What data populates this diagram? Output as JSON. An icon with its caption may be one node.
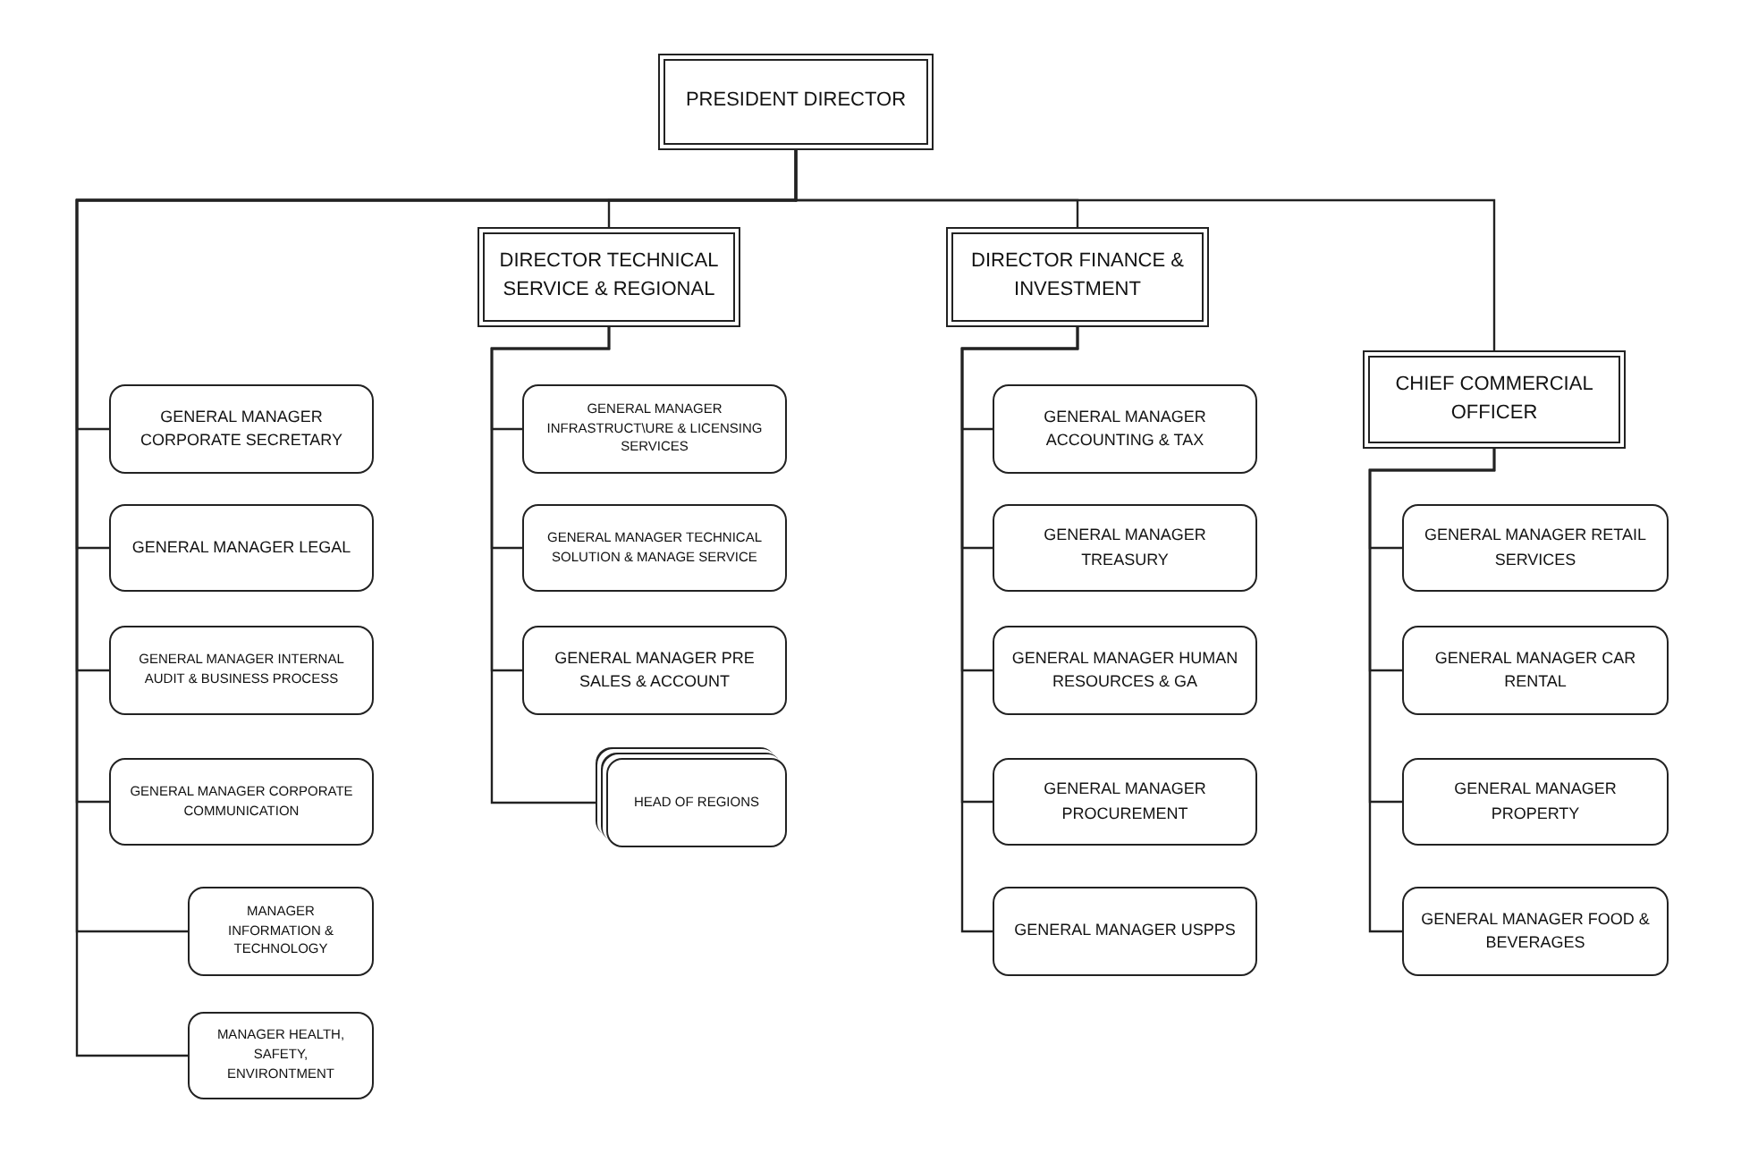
{
  "diagram": {
    "nodes": [
      {
        "text": [
          "PRESIDENT DIRECTOR"
        ]
      },
      {
        "text": [
          "DIRECTOR TECHNICAL SERVICE & REGIONAL"
        ]
      },
      {
        "text": [
          "DIRECTOR FINANCE & INVESTMENT"
        ]
      },
      {
        "text": [
          "CHIEF COMMERCIAL OFFICER"
        ]
      },
      {
        "text": [
          "GENERAL MANAGER CORPORATE SECRETARY"
        ]
      },
      {
        "text": [
          "GENERAL MANAGER LEGAL"
        ]
      },
      {
        "text": [
          "GENERAL MANAGER INTERNAL AUDIT & BUSINESS PROCESS"
        ]
      },
      {
        "text": [
          "GENERAL MANAGER CORPORATE COMMUNICATION"
        ]
      },
      {
        "text": [
          "MANAGER INFORMATION & TECHNOLOGY"
        ]
      },
      {
        "text": [
          "MANAGER HEALTH, SAFETY, ENVIRONTMENT"
        ]
      },
      {
        "text": [
          "GENERAL MANAGER INFRASTRUCT\\URE & LICENSING SERVICES"
        ]
      },
      {
        "text": [
          "GENERAL MANAGER TECHNICAL SOLUTION & MANAGE SERVICE"
        ]
      },
      {
        "text": [
          "GENERAL MANAGER PRE SALES & ACCOUNT"
        ]
      },
      {
        "text": [
          "HEAD OF REGIONS"
        ]
      },
      {
        "text": [
          "GENERAL MANAGER ACCOUNTING & TAX"
        ]
      },
      {
        "text": [
          "GENERAL MANAGER TREASURY"
        ]
      },
      {
        "text": [
          "GENERAL MANAGER HUMAN RESOURCES & GA"
        ]
      },
      {
        "text": [
          "GENERAL MANAGER PROCUREMENT"
        ]
      },
      {
        "text": [
          "GENERAL MANAGER USPPS"
        ]
      },
      {
        "text": [
          "GENERAL MANAGER RETAIL SERVICES"
        ]
      },
      {
        "text": [
          "GENERAL MANAGER CAR RENTAL"
        ]
      },
      {
        "text": [
          "GENERAL MANAGER PROPERTY"
        ]
      },
      {
        "text": [
          "GENERAL MANAGER FOOD & BEVERAGES"
        ]
      }
    ],
    "edges": [
      {
        "from": 0,
        "to": 1,
        "arrow": "none"
      },
      {
        "from": 0,
        "to": 2,
        "arrow": "none"
      },
      {
        "from": 0,
        "to": 3,
        "arrow": "none"
      },
      {
        "from": 0,
        "to": 4,
        "arrow": "none"
      },
      {
        "from": 0,
        "to": 5,
        "arrow": "none"
      },
      {
        "from": 0,
        "to": 6,
        "arrow": "none"
      },
      {
        "from": 0,
        "to": 7,
        "arrow": "none"
      },
      {
        "from": 0,
        "to": 8,
        "arrow": "none"
      },
      {
        "from": 0,
        "to": 9,
        "arrow": "none"
      },
      {
        "from": 1,
        "to": 10,
        "arrow": "none"
      },
      {
        "from": 1,
        "to": 11,
        "arrow": "none"
      },
      {
        "from": 1,
        "to": 12,
        "arrow": "none"
      },
      {
        "from": 1,
        "to": 13,
        "arrow": "none"
      },
      {
        "from": 2,
        "to": 14,
        "arrow": "none"
      },
      {
        "from": 2,
        "to": 15,
        "arrow": "none"
      },
      {
        "from": 2,
        "to": 16,
        "arrow": "none"
      },
      {
        "from": 2,
        "to": 17,
        "arrow": "none"
      },
      {
        "from": 2,
        "to": 18,
        "arrow": "none"
      },
      {
        "from": 3,
        "to": 19,
        "arrow": "none"
      },
      {
        "from": 3,
        "to": 20,
        "arrow": "none"
      },
      {
        "from": 3,
        "to": 21,
        "arrow": "none"
      },
      {
        "from": 3,
        "to": 22,
        "arrow": "none"
      }
    ]
  }
}
